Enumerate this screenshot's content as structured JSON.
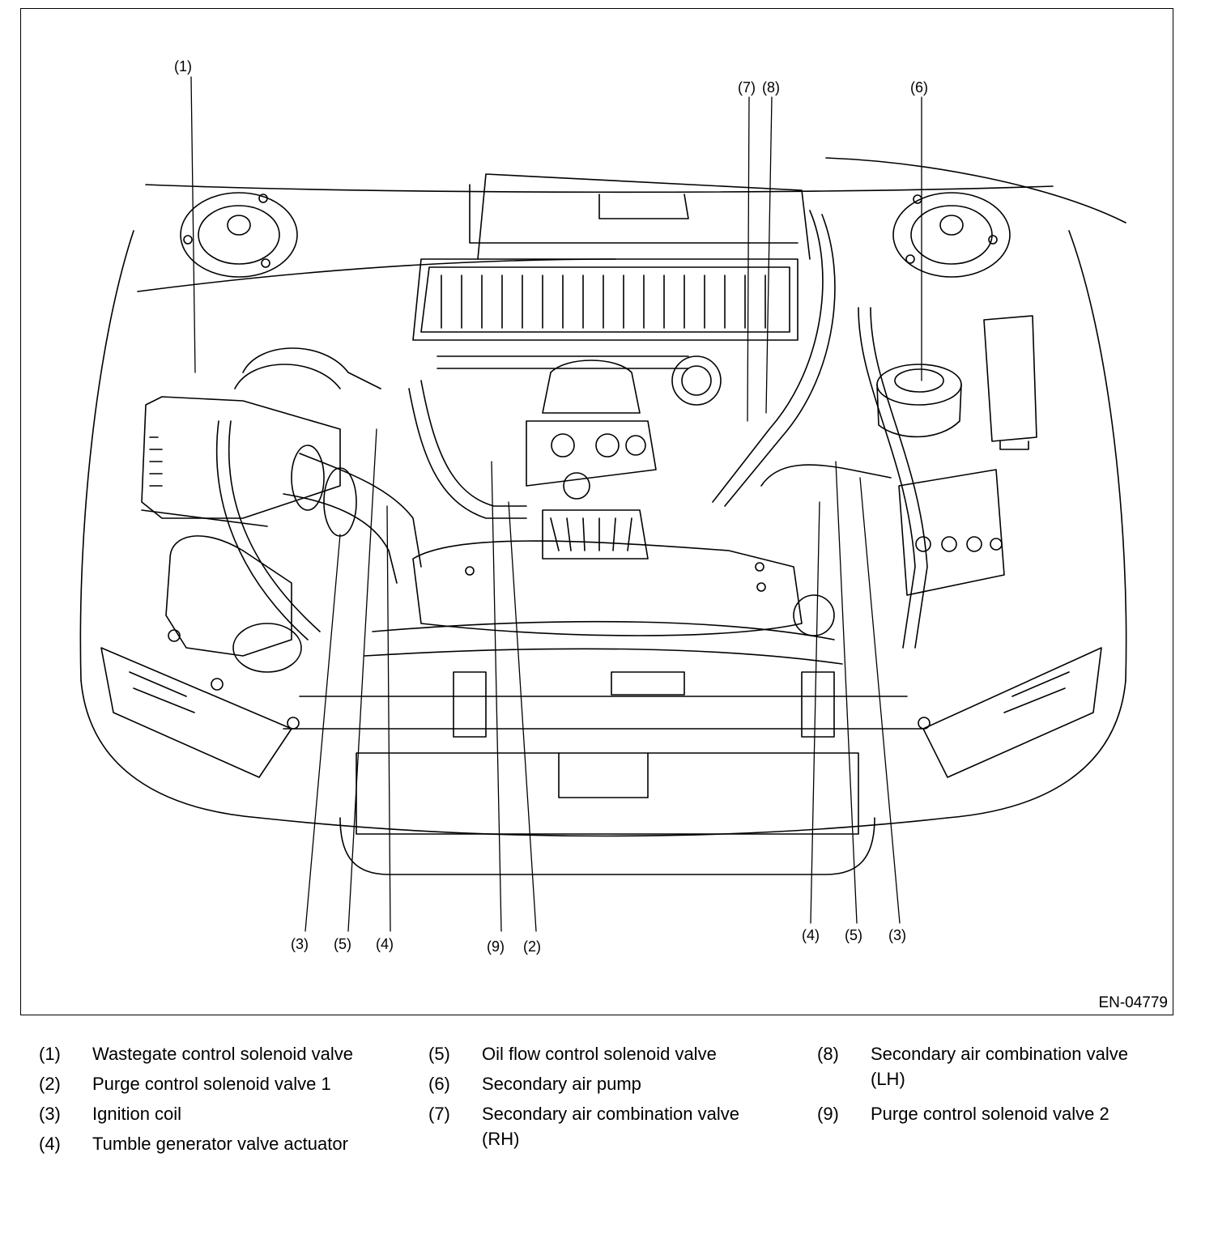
{
  "figure": {
    "id": "EN-04779",
    "callouts": {
      "c1": "(1)",
      "c7": "(7)",
      "c8": "(8)",
      "c6": "(6)",
      "b3l": "(3)",
      "b5l": "(5)",
      "b4l": "(4)",
      "b9": "(9)",
      "b2": "(2)",
      "b4r": "(4)",
      "b5r": "(5)",
      "b3r": "(3)"
    }
  },
  "legend": [
    {
      "num": "(1)",
      "text": "Wastegate control solenoid valve"
    },
    {
      "num": "(2)",
      "text": "Purge control solenoid valve 1"
    },
    {
      "num": "(3)",
      "text": "Ignition coil"
    },
    {
      "num": "(4)",
      "text": "Tumble generator valve actuator"
    },
    {
      "num": "(5)",
      "text": "Oil flow control solenoid valve"
    },
    {
      "num": "(6)",
      "text": "Secondary air pump"
    },
    {
      "num": "(7)",
      "text": "Secondary air combination valve (RH)"
    },
    {
      "num": "(8)",
      "text": "Secondary air combination valve (LH)"
    },
    {
      "num": "(9)",
      "text": "Purge control solenoid valve 2"
    }
  ]
}
